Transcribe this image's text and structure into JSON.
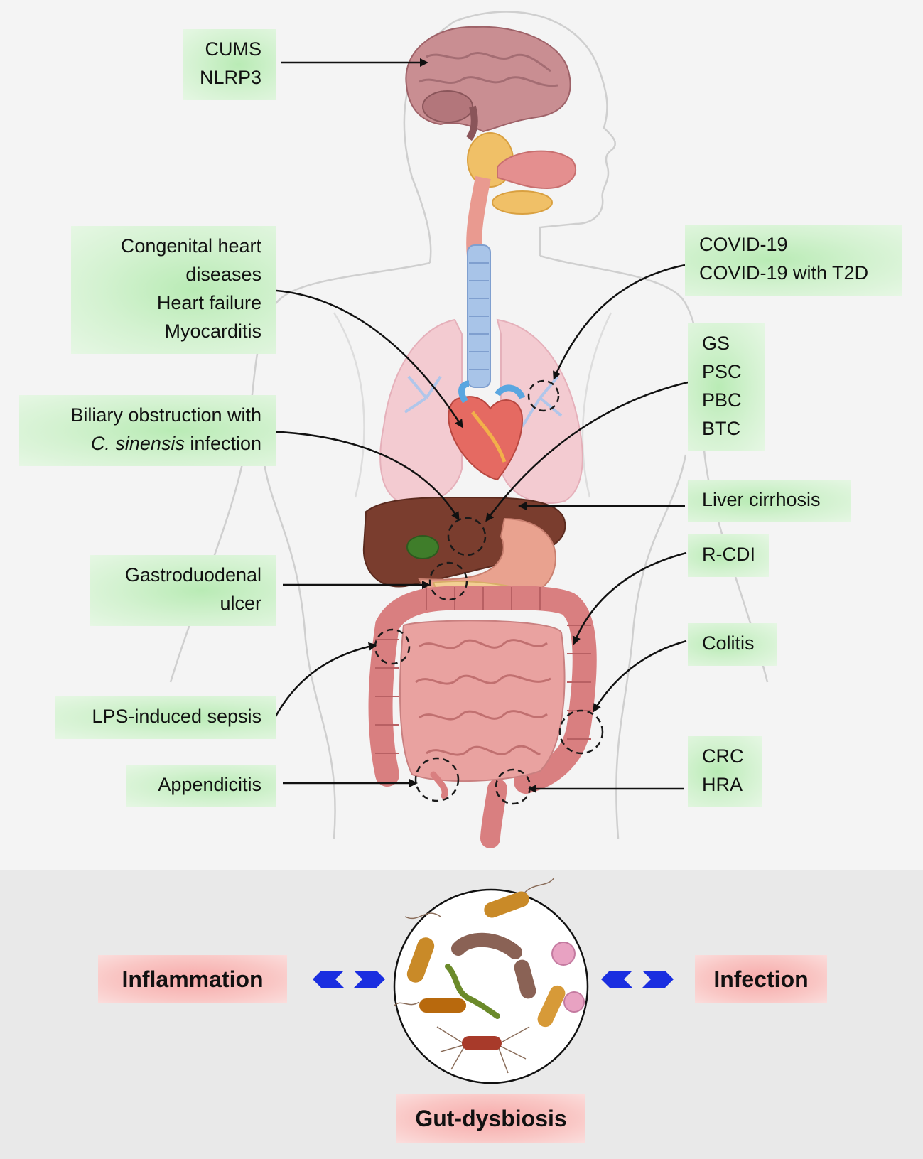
{
  "labels_left": {
    "cums": [
      "CUMS",
      "NLRP3"
    ],
    "heart": [
      "Congenital heart",
      "diseases",
      "Heart failure",
      "Myocarditis"
    ],
    "biliary_line1": "Biliary obstruction with",
    "biliary_italic": "C. sinensis",
    "biliary_tail": " infection",
    "ulcer": [
      "Gastroduodenal",
      "ulcer"
    ],
    "sepsis": [
      "LPS-induced sepsis"
    ],
    "appendicitis": [
      "Appendicitis"
    ]
  },
  "labels_right": {
    "covid": [
      "COVID-19",
      "COVID-19 with T2D"
    ],
    "gs": [
      "GS",
      "PSC",
      "PBC",
      "BTC"
    ],
    "cirrhosis": [
      "Liver cirrhosis"
    ],
    "rcdi": [
      "R-CDI"
    ],
    "colitis": [
      "Colitis"
    ],
    "crc": [
      "CRC",
      "HRA"
    ]
  },
  "bottom": {
    "inflammation": "Inflammation",
    "infection": "Infection",
    "dysbiosis": "Gut-dysbiosis"
  },
  "colors": {
    "label_green": "#c9efc6",
    "label_pink": "#f8b4b2",
    "arrow_blue": "#1a2ee0",
    "background": "#f4f4f4",
    "band": "#e9e9e9"
  }
}
